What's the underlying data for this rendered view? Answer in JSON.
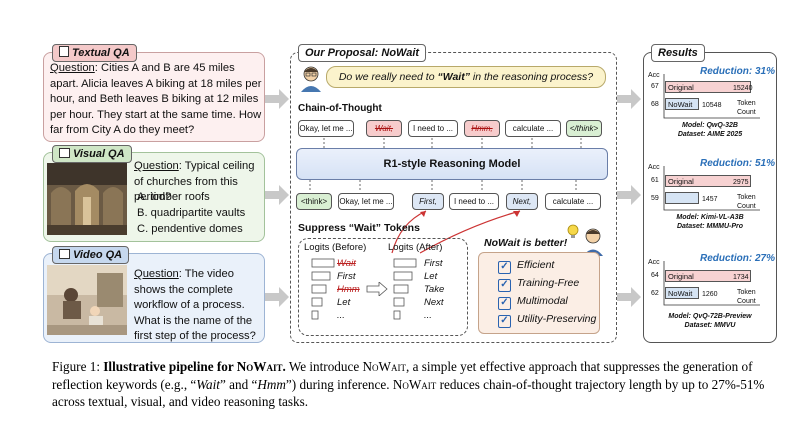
{
  "textual": {
    "tag": "Textual QA",
    "question_label": "Question",
    "question": ": Cities A and B are 45 miles apart. Alicia leaves A biking at 18 miles per hour, and Beth leaves B biking at 12 miles per hour. They start at the same time. How far from City A do they meet?"
  },
  "visual": {
    "tag": "Visual QA",
    "question_label": "Question",
    "question": ": Typical ceiling of churches from this period?",
    "options": [
      "A.  timber roofs",
      "B.  quadripartite vaults",
      "C.  pendentive domes"
    ]
  },
  "video": {
    "tag": "Video QA",
    "question_label": "Question",
    "question": ": The video shows the complete workflow of a process. What is the name of the first step of the process?"
  },
  "proposal": {
    "tag": "Our Proposal: NoWait",
    "speech_pre": "Do we really need to ",
    "speech_emph": "“Wait”",
    "speech_post": " in the reasoning process?",
    "cot_title": "Chain-of-Thought",
    "model_label": "R1-style Reasoning Model",
    "top_tokens": [
      "Okay, let me ...",
      "Wait,",
      "I need to ...",
      "Hmm,",
      "calculate ...",
      "</think>"
    ],
    "bottom_tokens": [
      "<think>",
      "Okay, let me ...",
      "First,",
      "I need to ...",
      "Next,",
      "calculate ..."
    ],
    "suppress_title": "Suppress “Wait” Tokens",
    "logits_before_title": "Logits (Before)",
    "logits_after_title": "Logits (After)",
    "logits_before": [
      "Wait",
      "First",
      "Hmm",
      "Let",
      "..."
    ],
    "logits_after": [
      "First",
      "Let",
      "Take",
      "Next",
      "..."
    ],
    "better_title": "NoWait is better!",
    "features": [
      "Efficient",
      "Training-Free",
      "Multimodal",
      "Utility-Preserving"
    ]
  },
  "results": {
    "tag": "Results",
    "acc_label": "Acc",
    "token_label": "Token",
    "count_label": "Count",
    "original_label": "Original",
    "nowait_label": "NoWait",
    "items": [
      {
        "reduction": "Reduction: 31%",
        "orig_acc": "67",
        "orig_tok": "15240",
        "now_acc": "68",
        "now_tok": "10548",
        "model": "Model: QwQ-32B",
        "dataset": "Dataset: AIME 2025"
      },
      {
        "reduction": "Reduction: 51%",
        "orig_acc": "61",
        "orig_tok": "2975",
        "now_acc": "59",
        "now_tok": "1457",
        "model": "Model: Kimi-VL-A3B",
        "dataset": "Dataset: MMMU-Pro"
      },
      {
        "reduction": "Reduction: 27%",
        "orig_acc": "64",
        "orig_tok": "1734",
        "now_acc": "62",
        "now_tok": "1260",
        "model": "Model: QvQ-72B-Preview",
        "dataset": "Dataset: MMVU"
      }
    ]
  },
  "caption": {
    "label": "Figure 1: ",
    "title_pre": "Illustrative pipeline for N",
    "title_sc": "oWait",
    "title_post": ".",
    "line1_pre": " We introduce N",
    "line1_sc": "oWait",
    "line1_post": ", a simple yet effective approach that suppresses the generation of reflection keywords (e.g., “",
    "kw1": "Wait",
    "mid": "” and “",
    "kw2": "Hmm",
    "line2_post": "”) during inference. N",
    "line2_sc": "oWait",
    "line2_end": " reduces chain-of-thought trajectory length by up to 27%-51% across textual, visual, and video reasoning tasks."
  }
}
